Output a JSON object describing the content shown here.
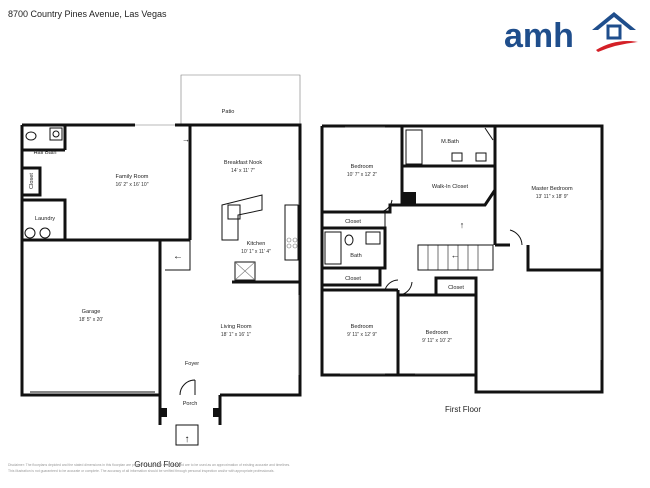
{
  "header": {
    "address": "8700 Country Pines Avenue, Las Vegas",
    "brand_text": "amh",
    "brand_colors": {
      "text": "#1f4e8c",
      "roof": "#1f4e8c",
      "swoosh": "#d42027"
    }
  },
  "ground_floor": {
    "label": "Ground Floor",
    "rooms": {
      "patio": {
        "name": "Patio"
      },
      "half_bath": {
        "name": "Half Bath"
      },
      "family_room": {
        "name": "Family Room",
        "dims": "16' 2\" x 16' 10\""
      },
      "breakfast_nook": {
        "name": "Breakfast Nook",
        "dims": "14' x 11' 7\""
      },
      "closet": {
        "name": "Closet"
      },
      "laundry": {
        "name": "Laundry"
      },
      "kitchen": {
        "name": "Kitchen",
        "dims": "10' 1\" x 11' 4\""
      },
      "garage": {
        "name": "Garage",
        "dims": "18' 5\" x 20'"
      },
      "living_room": {
        "name": "Living Room",
        "dims": "18' 1\" x 16' 1\""
      },
      "foyer": {
        "name": "Foyer"
      },
      "porch": {
        "name": "Porch"
      }
    }
  },
  "first_floor": {
    "label": "First Floor",
    "rooms": {
      "bedroom_top": {
        "name": "Bedroom",
        "dims": "10' 7\" x 12' 2\""
      },
      "master_bath": {
        "name": "M.Bath"
      },
      "walk_in_closet": {
        "name": "Walk-In Closet"
      },
      "master_bedroom": {
        "name": "Master Bedroom",
        "dims": "13' 11\" x 18' 9\""
      },
      "closet_a": {
        "name": "Closet"
      },
      "bath": {
        "name": "Bath"
      },
      "closet_b": {
        "name": "Closet"
      },
      "closet_c": {
        "name": "Closet"
      },
      "bedroom_left": {
        "name": "Bedroom",
        "dims": "9' 11\" x 12' 9\""
      },
      "bedroom_mid": {
        "name": "Bedroom",
        "dims": "9' 11\" x 10' 2\""
      }
    }
  },
  "disclaimer": {
    "line1": "Disclaimer: The floorplans depicted and the stated dimensions in this floorplan are provided for general reference and are to be used as an approximation of existing accurate and timelines.",
    "line2": "This illustration is not guaranteed to be accurate or complete. The accuracy of all information should be verified through personal inspection and/or with appropriate professionals."
  }
}
